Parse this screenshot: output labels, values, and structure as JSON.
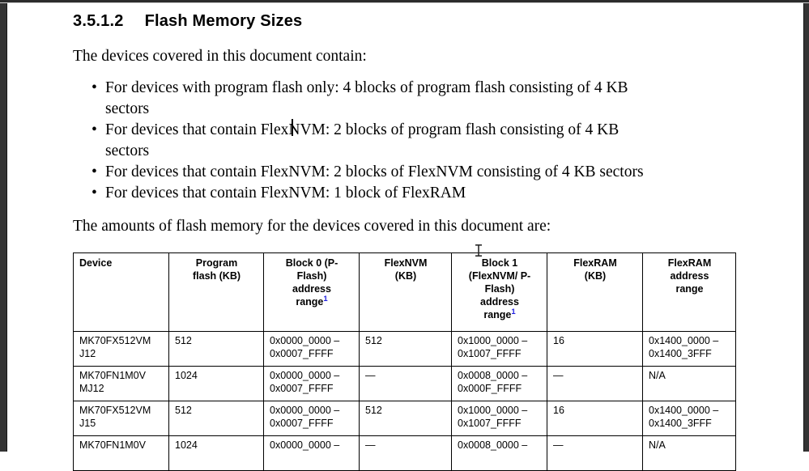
{
  "document": {
    "section_number": "3.5.1.2",
    "section_title": "Flash Memory Sizes",
    "intro_paragraph": "The devices covered in this document contain:",
    "bullets": [
      "For devices with program flash only: 4 blocks of program flash consisting of 4 KB\nsectors",
      "For devices that contain FlexNVM: 2 blocks of program flash consisting of 4 KB\nsectors",
      "For devices that contain FlexNVM: 2 blocks of FlexNVM consisting of 4 KB sectors",
      "For devices that contain FlexNVM: 1 block of FlexRAM"
    ],
    "table_lead_paragraph": "The amounts of flash memory for the devices covered in this document are:"
  },
  "table": {
    "headers": [
      {
        "text": "Device",
        "footnote": ""
      },
      {
        "text": "Program\nflash (KB)",
        "footnote": ""
      },
      {
        "text": "Block 0 (P-\nFlash)\naddress\nrange",
        "footnote": "1"
      },
      {
        "text": "FlexNVM\n(KB)",
        "footnote": ""
      },
      {
        "text": "Block 1\n(FlexNVM/ P-\nFlash)\naddress\nrange",
        "footnote": "1"
      },
      {
        "text": "FlexRAM\n(KB)",
        "footnote": ""
      },
      {
        "text": "FlexRAM\naddress\nrange",
        "footnote": ""
      }
    ],
    "rows": [
      [
        "MK70FX512VM\nJ12",
        "512",
        "0x0000_0000 –\n0x0007_FFFF",
        "512",
        "0x1000_0000 –\n0x1007_FFFF",
        "16",
        "0x1400_0000 –\n0x1400_3FFF"
      ],
      [
        "MK70FN1M0V\nMJ12",
        "1024",
        "0x0000_0000 –\n0x0007_FFFF",
        "—",
        "0x0008_0000 –\n0x000F_FFFF",
        "—",
        "N/A"
      ],
      [
        "MK70FX512VM\nJ15",
        "512",
        "0x0000_0000 –\n0x0007_FFFF",
        "512",
        "0x1000_0000 –\n0x1007_FFFF",
        "16",
        "0x1400_0000 –\n0x1400_3FFF"
      ],
      [
        "MK70FN1M0V",
        "1024",
        "0x0000_0000 –",
        "—",
        "0x0008_0000 –",
        "—",
        "N/A"
      ]
    ]
  },
  "colors": {
    "footnote_link": "#2020e0",
    "text": "#000000",
    "page_background": "#ffffff",
    "chrome_dark": "#343434"
  }
}
